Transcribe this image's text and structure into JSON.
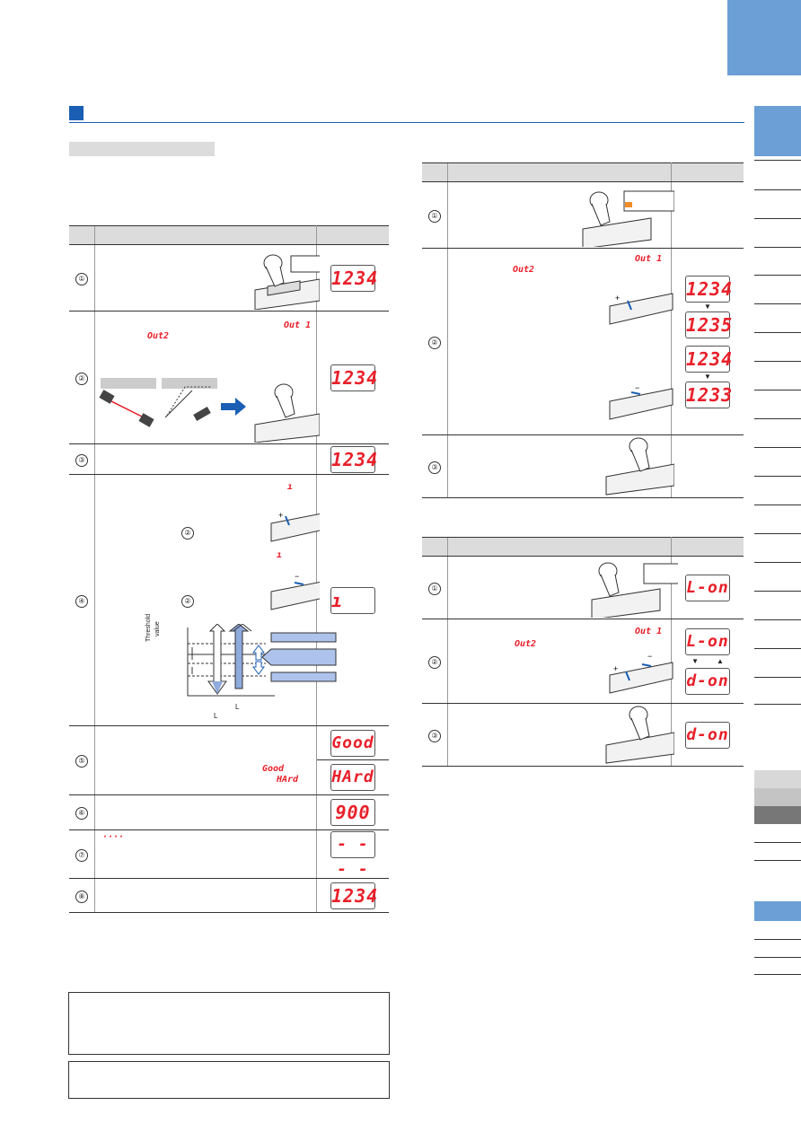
{
  "led": {
    "v1234": "1234",
    "v1235": "1235",
    "v1233": "1233",
    "v_mark": "ı",
    "good": "Good",
    "hard": "HArd",
    "v900": "900",
    "dashes": "- - - -",
    "lon": "L-on",
    "don": "d-on"
  },
  "inline": {
    "out1": "Out 1",
    "out2": "Out2",
    "good": "Good",
    "hard": "HArd",
    "dots": "····",
    "mark": "ı"
  },
  "steps": [
    "①",
    "②",
    "③",
    "④",
    "⑤",
    "⑥",
    "⑦",
    "⑧"
  ],
  "diagram": {
    "ylabel_1": "Threshold",
    "ylabel_2": "value",
    "lbl_L": "L",
    "lbl_L2": "L"
  },
  "colors": {
    "accent": "#1a5fb4",
    "tab": "#6b9fd6",
    "led": "#e8202a"
  }
}
